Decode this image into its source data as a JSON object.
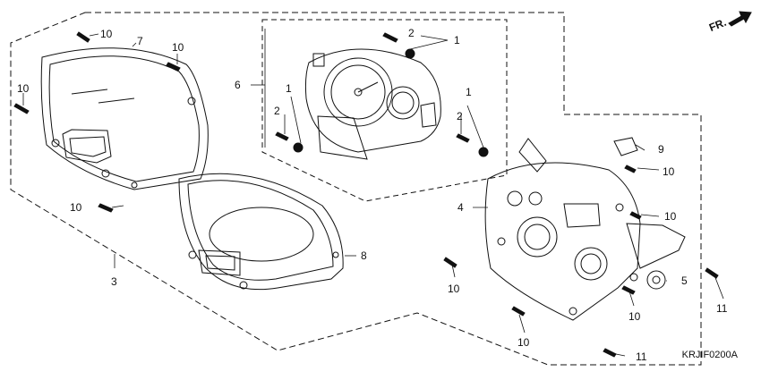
{
  "diagram": {
    "direction_label": "FR.",
    "figure_code": "KRJIF0200A",
    "callouts": {
      "c10_topleft": "10",
      "c7": "7",
      "c10_top": "10",
      "c10_left": "10",
      "c10_bottomleft": "10",
      "c3": "3",
      "c6": "6",
      "c2_top": "2",
      "c1_top": "1",
      "c1_left": "1",
      "c2_left": "2",
      "c1_right": "1",
      "c2_right": "2",
      "c8": "8",
      "c9": "9",
      "c10_r1": "10",
      "c4": "4",
      "c10_r2": "10",
      "c10_r3": "10",
      "c5": "5",
      "c10_r4": "10",
      "c10_r5": "10",
      "c11_right": "11",
      "c11_bottom": "11"
    }
  }
}
